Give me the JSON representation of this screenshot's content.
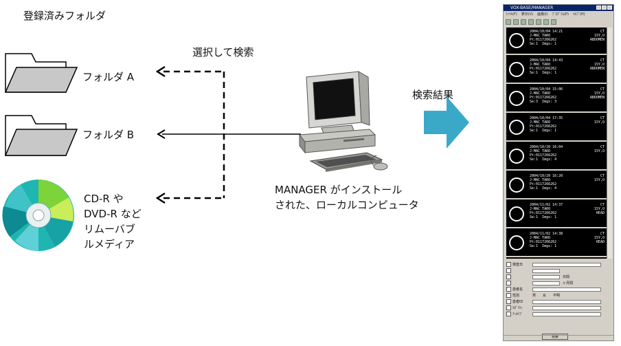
{
  "labels": {
    "registered_folders": "登録済みフォルダ",
    "select_and_search": "選択して検索",
    "folder_a": "フォルダ A",
    "folder_b": "フォルダ B",
    "removable_media": [
      "CD-R や",
      "DVD-R など",
      "リムーバブ",
      "ルメディア"
    ],
    "local_computer": [
      "MANAGER がインストール",
      "された、ローカルコンピュータ"
    ],
    "search_results": "検索結果"
  },
  "colors": {
    "folder_fill": "#c8c8c8",
    "arrow_blue": "#3aa9c8",
    "window_title": "#0a246a"
  },
  "window": {
    "title": "VOX-BASE/MANAGER",
    "menu": [
      "ﾌｧｲﾙ(F)",
      "表示(V)",
      "画像(I)",
      "ﾌﾟﾛｸﾞﾗﾑ(P)",
      "ﾍﾙﾌﾟ(H)"
    ],
    "studies": [
      {
        "date": "2004/10/04 14:21",
        "name": "J-MAC TARO",
        "id": "Pt:0117266262",
        "se": "Se:1  Imgs: 1",
        "mod": "CT",
        "age": "15Y,O",
        "body": "ABDOMEN"
      },
      {
        "date": "2004/10/04 14:43",
        "name": "J-MAC TARO",
        "id": "Pt:0117266262",
        "se": "Se:1  Imgs: 1",
        "mod": "CT",
        "age": "15Y,O",
        "body": "ABDOMEN"
      },
      {
        "date": "2004/10/04 15:06",
        "name": "J-MAC TARO",
        "id": "Pt:0117266262",
        "se": "Se:3  Imgs: 3",
        "mod": "CT",
        "age": "15Y,O",
        "body": "ABDOMEN"
      },
      {
        "date": "2004/10/04 17:35",
        "name": "J-MAC TARO",
        "id": "Pt:0117266262",
        "se": "Se:1  Imgs: 1",
        "mod": "CT",
        "age": "15Y,O",
        "body": ""
      },
      {
        "date": "2004/10/20 16:04",
        "name": "J-MAC TARO",
        "id": "Pt:0117266262",
        "se": "Se:1  Imgs: 4",
        "mod": "CT",
        "age": "15Y,O",
        "body": ""
      },
      {
        "date": "2004/10/20 16:20",
        "name": "J-MAC TARO",
        "id": "Pt:0117266262",
        "se": "Se:1  Imgs: 4",
        "mod": "CT",
        "age": "15Y,O",
        "body": ""
      },
      {
        "date": "2004/11/02 14:37",
        "name": "J-MAC TARO",
        "id": "Pt:0117266262",
        "se": "Se:1  Imgs: 1",
        "mod": "CT",
        "age": "15Y,O",
        "body": "HEAD"
      },
      {
        "date": "2004/11/02 14:38",
        "name": "J-MAC TARO",
        "id": "Pt:0117266262",
        "se": "Se:1  Imgs: 1",
        "mod": "CT",
        "age": "15Y,O",
        "body": "HEAD"
      }
    ],
    "form": {
      "rows": [
        "検査日",
        "",
        "",
        "",
        "患者名",
        "性別",
        "患者ID",
        "ﾓﾀﾞﾘﾃｨ",
        "ｱｰｶｲﾌﾞ"
      ],
      "period_day": "日間",
      "period_month": "ヶ月間",
      "sex_options": [
        "男",
        "女",
        "不明"
      ],
      "search_button": "検索"
    }
  }
}
